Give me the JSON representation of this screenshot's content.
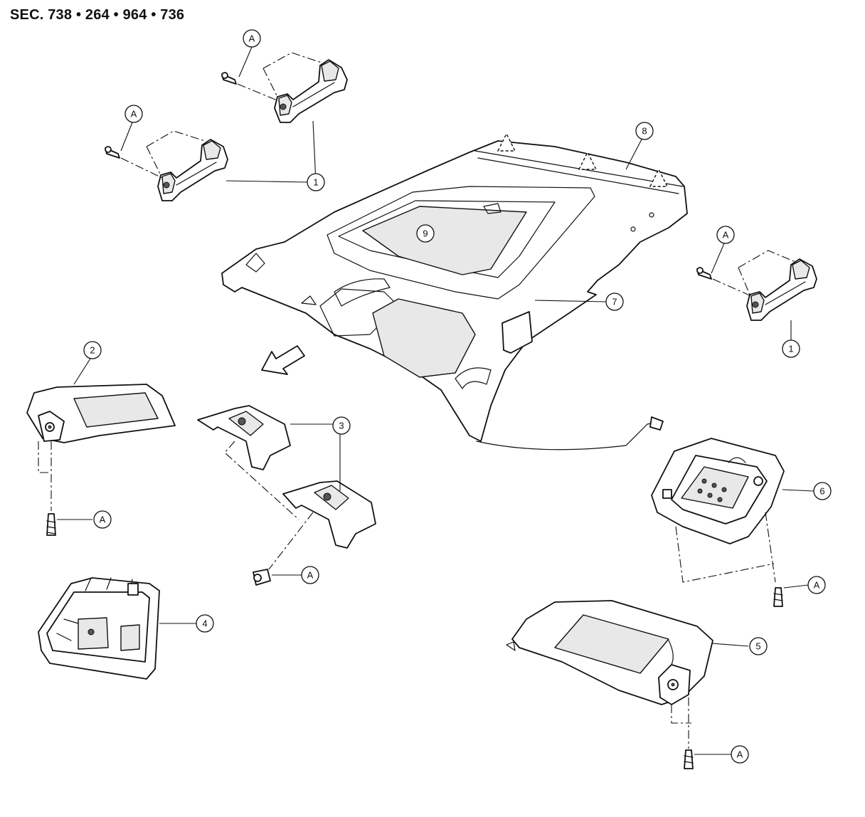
{
  "section_title": "SEC. 738 • 264 • 964 • 736",
  "callouts": {
    "assist_grip": "1",
    "sun_visor_lh": "2",
    "sun_visor_holder": "3",
    "map_lamp": "4",
    "sun_visor_rh": "5",
    "room_lamp": "6",
    "headlining": "7",
    "rear_trim_part": "8",
    "sunroof_opening": "9",
    "screw": "A"
  }
}
